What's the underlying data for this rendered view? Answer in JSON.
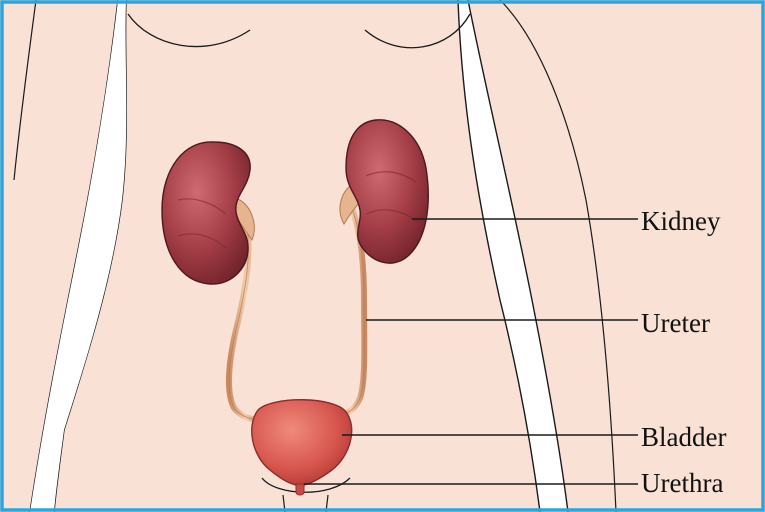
{
  "labels": {
    "kidney": "Kidney",
    "ureter": "Ureter",
    "bladder": "Bladder",
    "urethra": "Urethra"
  },
  "colors": {
    "frame": "#2ba6dc",
    "skin": "#f9e1d6",
    "organ": "#a33d46",
    "organ_dark": "#6e2029",
    "ureter": "#e6b48e",
    "bladder": "#d7564e",
    "outline": "#1a1a1a"
  }
}
